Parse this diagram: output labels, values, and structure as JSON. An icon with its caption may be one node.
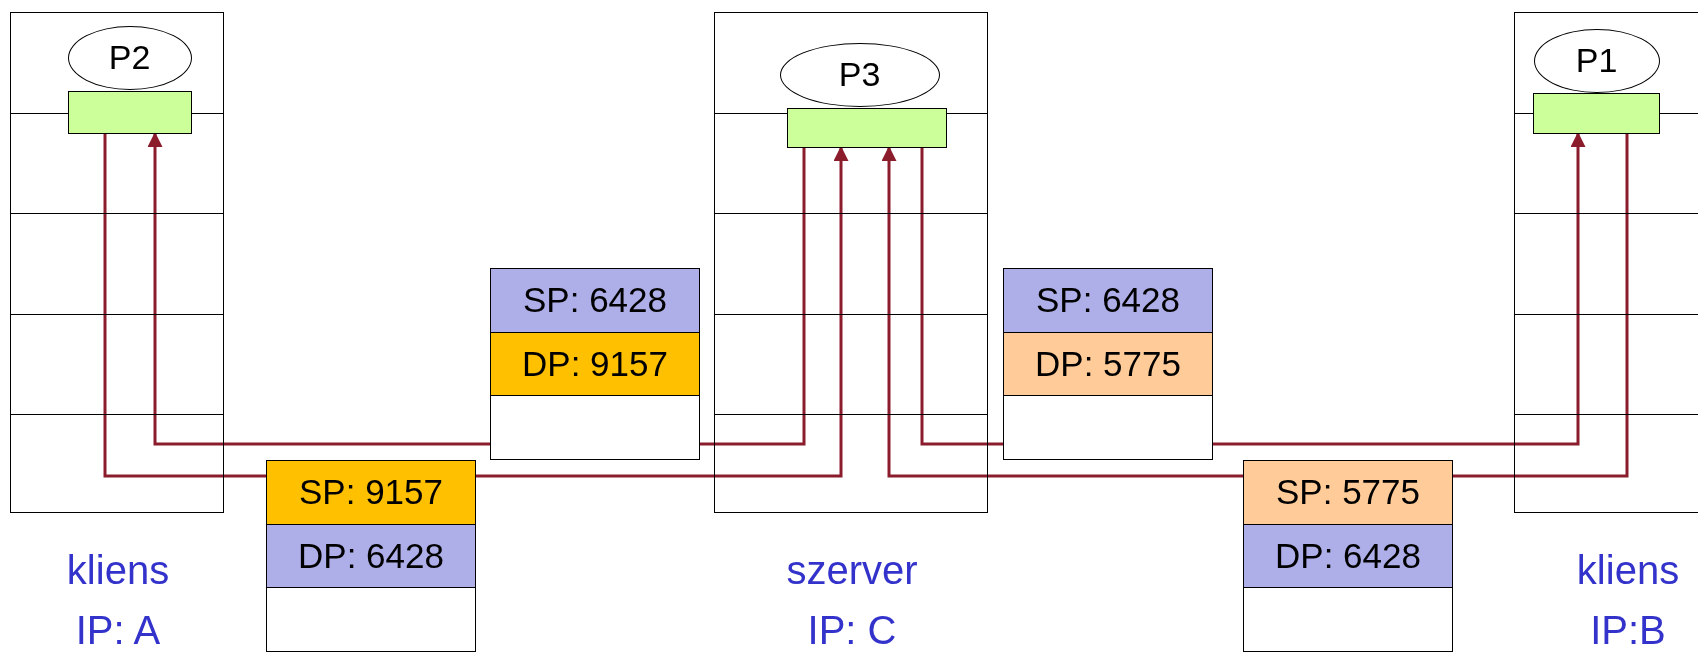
{
  "diagram": {
    "nodes": [
      {
        "text": [
          "kliens IP: A"
        ]
      },
      {
        "text": [
          "P2"
        ],
        "in": 0
      },
      {
        "text": [],
        "shape": "box",
        "in": 0
      },
      {
        "text": [
          "szerver IP: C"
        ]
      },
      {
        "text": [
          "P3"
        ],
        "in": 3
      },
      {
        "text": [],
        "shape": "box",
        "in": 3
      },
      {
        "text": [
          "kliens IP:B"
        ]
      },
      {
        "text": [
          "P1"
        ],
        "in": 6
      },
      {
        "text": [],
        "shape": "box",
        "in": 6
      },
      {
        "text": [
          "SP: 9157",
          "DP: 6428"
        ]
      },
      {
        "text": [
          "SP: 6428",
          "DP: 9157"
        ]
      },
      {
        "text": [
          "SP: 6428",
          "DP: 5775"
        ]
      },
      {
        "text": [
          "SP: 5775",
          "DP: 6428"
        ]
      }
    ],
    "edges": [
      {
        "from": 2,
        "to": 9,
        "arrow": "none"
      },
      {
        "from": 9,
        "to": 5,
        "arrow": "to"
      },
      {
        "from": 5,
        "to": 10,
        "arrow": "none"
      },
      {
        "from": 10,
        "to": 2,
        "arrow": "to"
      },
      {
        "from": 5,
        "to": 11,
        "arrow": "none"
      },
      {
        "from": 11,
        "to": 8,
        "arrow": "to"
      },
      {
        "from": 8,
        "to": 12,
        "arrow": "none"
      },
      {
        "from": 12,
        "to": 5,
        "arrow": "to"
      }
    ]
  }
}
